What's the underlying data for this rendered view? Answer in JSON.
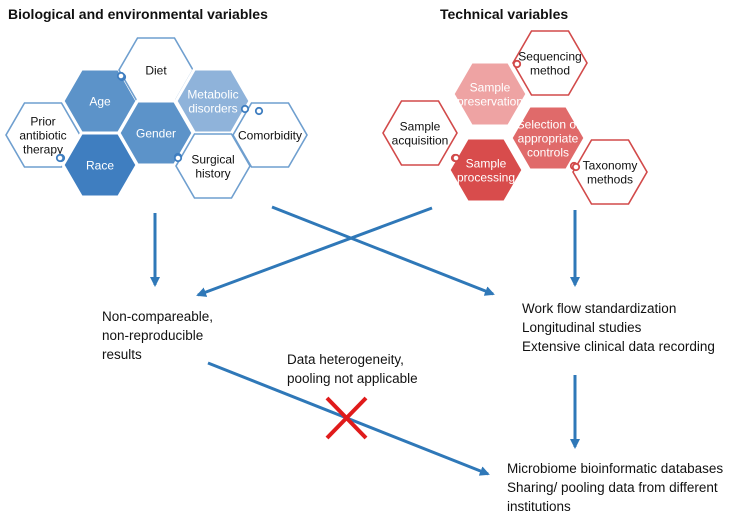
{
  "headings": {
    "left": "Biological and environmental variables",
    "right": "Technical variables"
  },
  "colors": {
    "blue_dark": "#3f7ec0",
    "blue_mid": "#5c93c9",
    "blue_light": "#8fb3da",
    "blue_outline": "#6f9fcf",
    "red_dark": "#d84c4c",
    "red_mid": "#e06a6a",
    "red_light": "#eea3a3",
    "red_outline": "#d24a4a",
    "arrow": "#2f78b8",
    "cross": "#e01b1b"
  },
  "bio_hexes": [
    {
      "id": "age",
      "label": [
        "Age"
      ],
      "style": "filled-mid"
    },
    {
      "id": "diet",
      "label": [
        "Diet"
      ],
      "style": "outline"
    },
    {
      "id": "metabolic",
      "label": [
        "Metabolic",
        "disorders"
      ],
      "style": "filled-light"
    },
    {
      "id": "prior",
      "label": [
        "Prior",
        "antibiotic",
        "therapy"
      ],
      "style": "outline"
    },
    {
      "id": "gender",
      "label": [
        "Gender"
      ],
      "style": "filled-mid"
    },
    {
      "id": "comorbidity",
      "label": [
        "Comorbidity"
      ],
      "style": "outline"
    },
    {
      "id": "race",
      "label": [
        "Race"
      ],
      "style": "filled-dark"
    },
    {
      "id": "surgical",
      "label": [
        "Surgical",
        "history"
      ],
      "style": "outline"
    }
  ],
  "tech_hexes": [
    {
      "id": "sequencing",
      "label": [
        "Sequencing",
        "method"
      ],
      "style": "outline"
    },
    {
      "id": "preservation",
      "label": [
        "Sample",
        "preservation"
      ],
      "style": "filled-light"
    },
    {
      "id": "acquisition",
      "label": [
        "Sample",
        "acquisition"
      ],
      "style": "outline"
    },
    {
      "id": "controls",
      "label": [
        "Selection of",
        "appropriate",
        "controls"
      ],
      "style": "filled-mid"
    },
    {
      "id": "processing",
      "label": [
        "Sample",
        "processing"
      ],
      "style": "filled-dark"
    },
    {
      "id": "taxonomy",
      "label": [
        "Taxonomy",
        "methods"
      ],
      "style": "outline"
    }
  ],
  "outcomes": {
    "left": [
      "Non-compareable,",
      "non-reproducible",
      "results"
    ],
    "right": [
      "Work flow standardization",
      "Longitudinal studies",
      "Extensive clinical data recording"
    ],
    "middle": [
      "Data heterogeneity,",
      "pooling not applicable"
    ],
    "bottom": [
      "Microbiome bioinformatic databases",
      "Sharing/ pooling data from different",
      "institutions"
    ]
  }
}
